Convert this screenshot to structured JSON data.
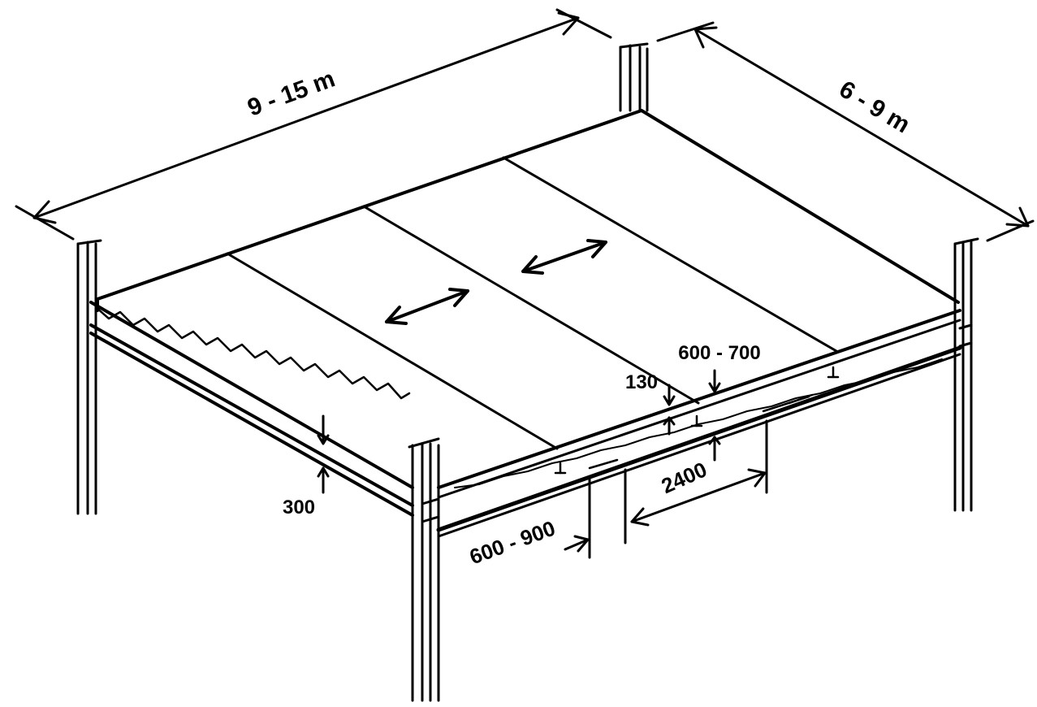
{
  "colors": {
    "ink": "#000000",
    "paper": "#ffffff"
  },
  "dimensions": {
    "long_span": "9 - 15 m",
    "short_span": "6 - 9 m",
    "beam_depth": "300",
    "slab_thickness": "130",
    "main_beam_depth": "600 - 700",
    "plank_width": "2400",
    "edge_beam_depth": "600 - 900"
  },
  "icons": {
    "span_direction": "double-arrow-icon",
    "column": "column-icon"
  }
}
